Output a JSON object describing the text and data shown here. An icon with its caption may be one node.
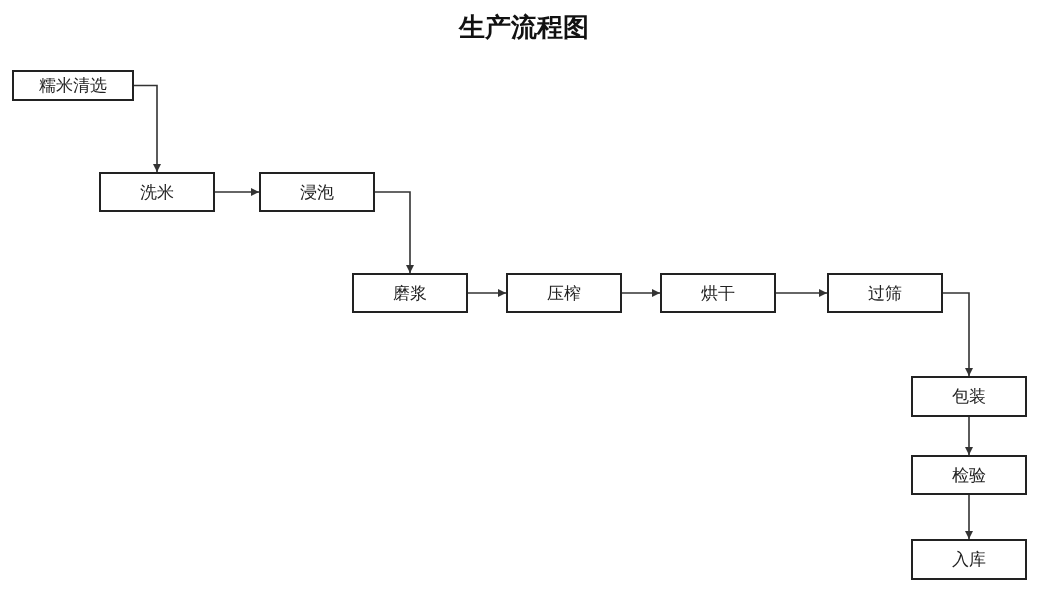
{
  "diagram": {
    "title": "生产流程图",
    "nodes": [
      {
        "text": [
          "糯米清选"
        ]
      },
      {
        "text": [
          "洗米"
        ]
      },
      {
        "text": [
          "浸泡"
        ]
      },
      {
        "text": [
          "磨浆"
        ]
      },
      {
        "text": [
          "压榨"
        ]
      },
      {
        "text": [
          "烘干"
        ]
      },
      {
        "text": [
          "过筛"
        ]
      },
      {
        "text": [
          "包装"
        ]
      },
      {
        "text": [
          "检验"
        ]
      },
      {
        "text": [
          "入库"
        ]
      }
    ],
    "edges": [
      {
        "from": 0,
        "to": 1,
        "arrow": "to"
      },
      {
        "from": 1,
        "to": 2,
        "arrow": "to"
      },
      {
        "from": 2,
        "to": 3,
        "arrow": "to"
      },
      {
        "from": 3,
        "to": 4,
        "arrow": "to"
      },
      {
        "from": 4,
        "to": 5,
        "arrow": "to"
      },
      {
        "from": 5,
        "to": 6,
        "arrow": "to"
      },
      {
        "from": 6,
        "to": 7,
        "arrow": "to"
      },
      {
        "from": 7,
        "to": 8,
        "arrow": "to"
      },
      {
        "from": 8,
        "to": 9,
        "arrow": "to"
      }
    ]
  }
}
